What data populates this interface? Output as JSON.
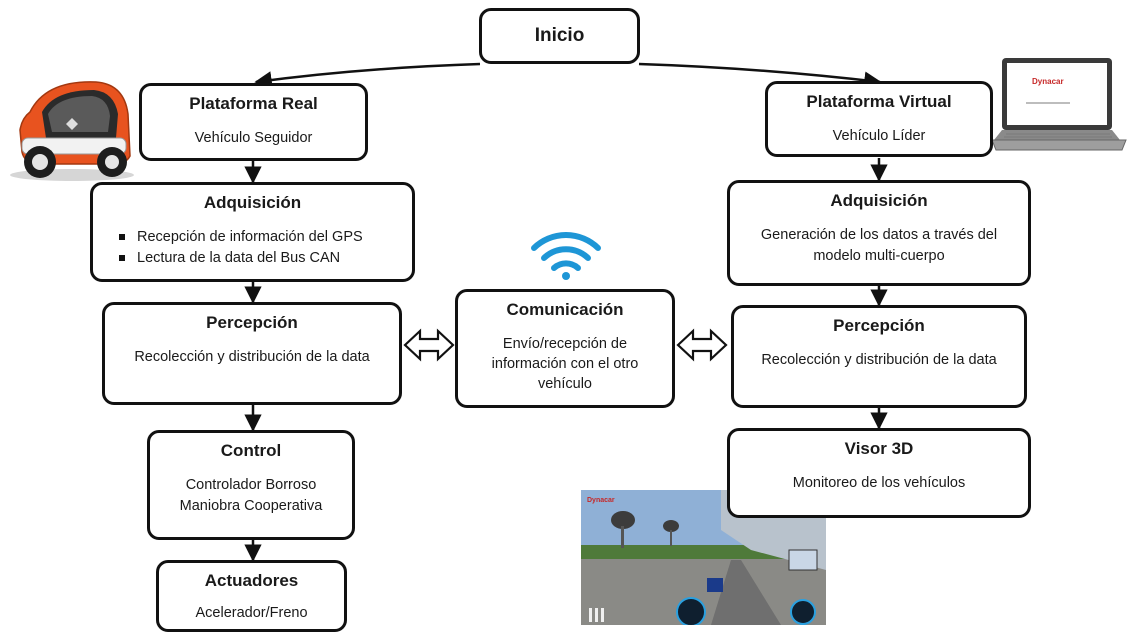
{
  "nodes": {
    "inicio": {
      "title": "Inicio"
    },
    "plataforma_real": {
      "title": "Plataforma Real",
      "text": "Vehículo Seguidor"
    },
    "plataforma_virtual": {
      "title": "Plataforma Virtual",
      "text": "Vehículo Líder"
    },
    "adq_real": {
      "title": "Adquisición",
      "items": [
        "Recepción de información del GPS",
        "Lectura de la data del Bus CAN"
      ]
    },
    "adq_virtual": {
      "title": "Adquisición",
      "text": "Generación de los datos a través del modelo multi-cuerpo"
    },
    "perc_real": {
      "title": "Percepción",
      "text": "Recolección y distribución de la data"
    },
    "comunicacion": {
      "title": "Comunicación",
      "text": "Envío/recepción de información con el otro vehículo"
    },
    "perc_virtual": {
      "title": "Percepción",
      "text": "Recolección y distribución de la data"
    },
    "control": {
      "title": "Control",
      "lines": [
        "Controlador Borroso",
        "Maniobra Cooperativa"
      ]
    },
    "visor": {
      "title": "Visor 3D",
      "text": "Monitoreo de los vehículos"
    },
    "actuadores": {
      "title": "Actuadores",
      "text": "Acelerador/Freno"
    }
  },
  "pictures": {
    "car": "electric-car-photo",
    "laptop": "laptop-photo",
    "laptop_logo": "Dynacar",
    "wifi": "wifi-icon",
    "sim": "simulator-screenshot",
    "sim_logo": "Dynacar"
  },
  "colors": {
    "border": "#111111",
    "wifi": "#1e96d6",
    "car_body": "#e8531f",
    "car_white": "#f2f2f2"
  }
}
